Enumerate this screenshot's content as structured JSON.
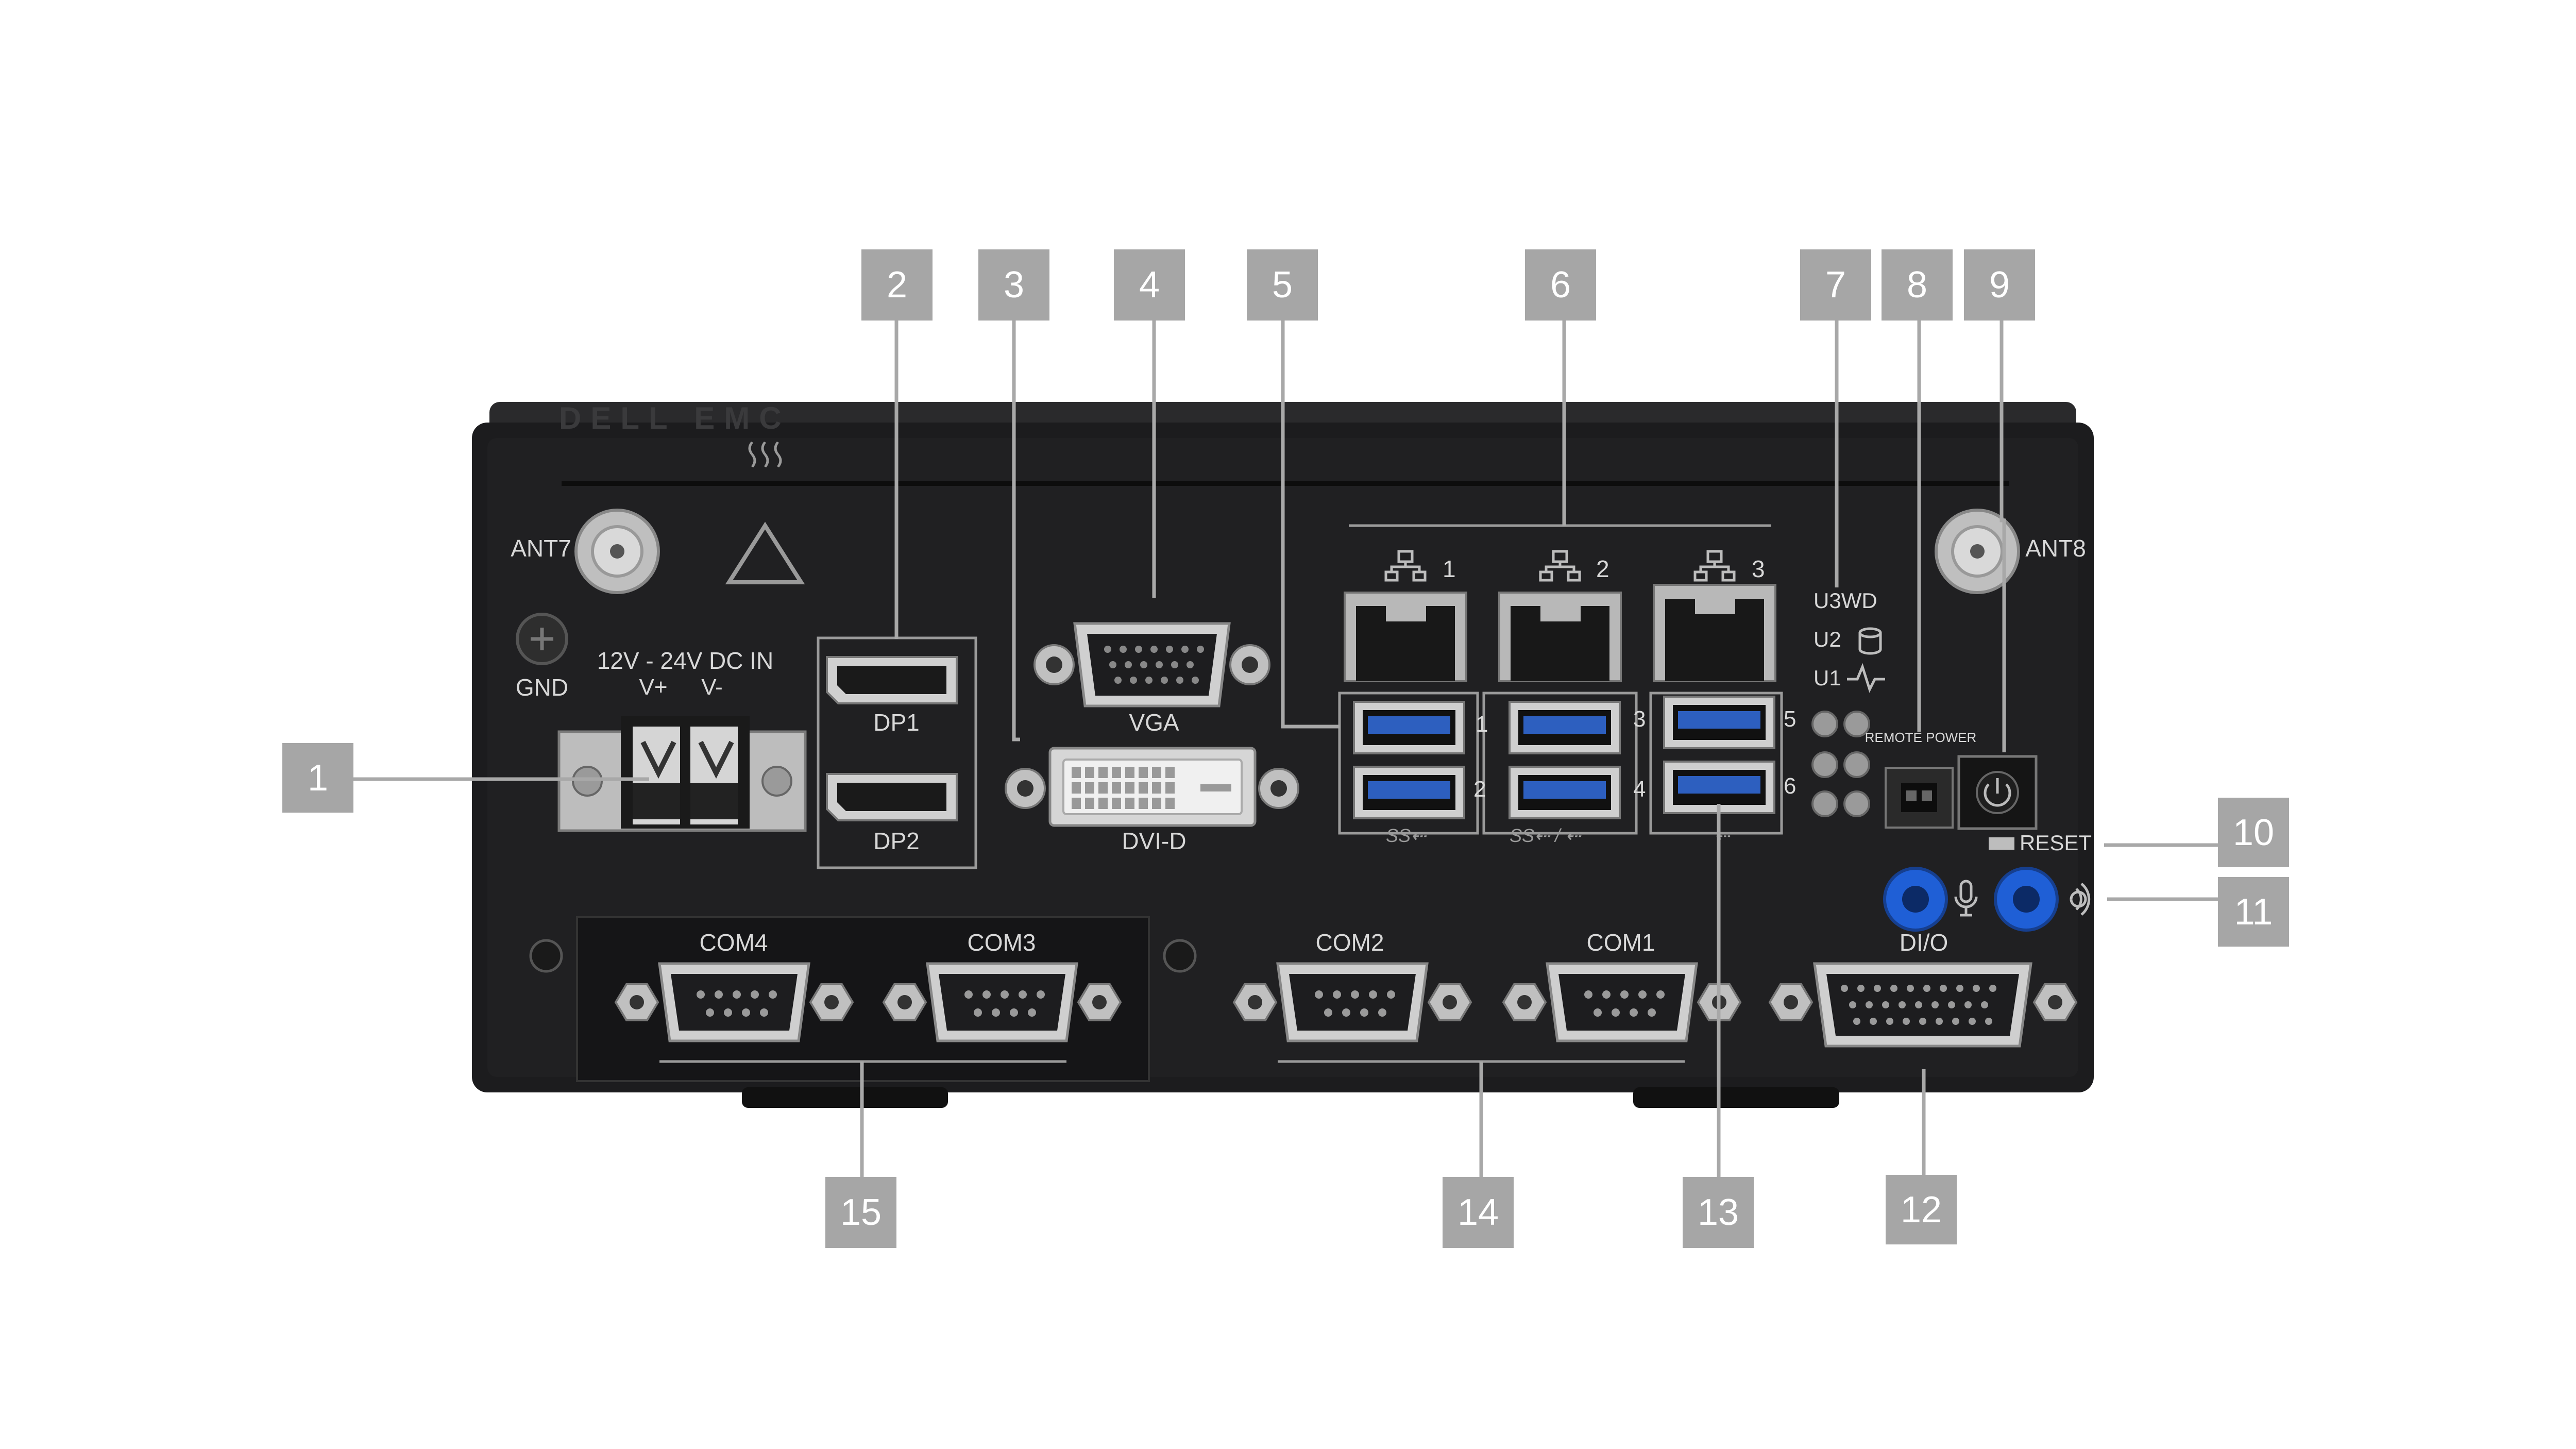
{
  "device": {
    "brand_text": "DELL EMC",
    "antennas": [
      "ANT7",
      "ANT8"
    ],
    "gnd_label": "GND",
    "power_in_label": "12V - 24V DC IN",
    "power_pins": [
      "V+",
      "V-"
    ],
    "display_ports": [
      "DP1",
      "DP2"
    ],
    "vga_label": "VGA",
    "dvi_label": "DVI-D",
    "lan_numbers": [
      "1",
      "2",
      "3"
    ],
    "usb_numbers": [
      "1",
      "2",
      "3",
      "4",
      "5",
      "6"
    ],
    "usb_logos": [
      "SS⇠",
      "SS⇠ / ⇠",
      "⇠"
    ],
    "led_labels": [
      "U3WD",
      "U2",
      "U1"
    ],
    "remote_power_label": "REMOTE POWER",
    "reset_label": "RESET",
    "dio_label": "DI/O",
    "com_ports": [
      "COM4",
      "COM3",
      "COM2",
      "COM1"
    ]
  },
  "callouts": [
    "1",
    "2",
    "3",
    "4",
    "5",
    "6",
    "7",
    "8",
    "9",
    "10",
    "11",
    "12",
    "13",
    "14",
    "15"
  ],
  "colors": {
    "chassis": "#1c1c1e",
    "badge": "#a6a6a6",
    "usb_blue": "#2d5fbf",
    "audio_blue": "#1f5fd6",
    "label_text": "#d8d8d8"
  },
  "icons": [
    "network-icon",
    "hazard-hot-surface-icon",
    "microphone-icon",
    "audio-out-icon",
    "power-icon",
    "storage-icon",
    "heartbeat-icon"
  ]
}
